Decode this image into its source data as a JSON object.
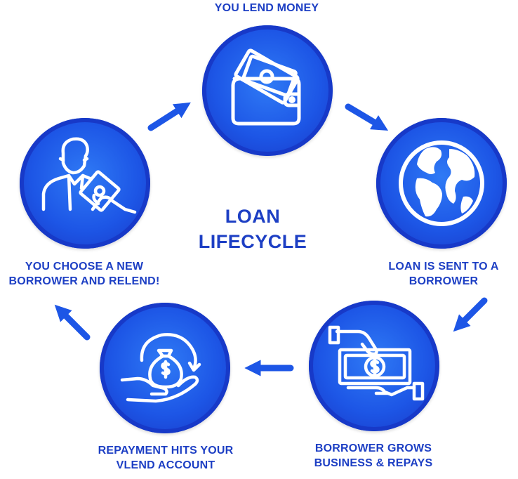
{
  "diagram": {
    "center_title_line1": "LOAN",
    "center_title_line2": "LIFECYCLE",
    "colors": {
      "primary": "#1d56e6",
      "dark": "#1736c4",
      "text": "#1d3fc4"
    },
    "steps": [
      {
        "icon": "wallet-money-icon",
        "label_line1": "YOU LEND MONEY"
      },
      {
        "icon": "globe-icon",
        "label_line1": "LOAN IS SENT TO A",
        "label_line2": "BORROWER"
      },
      {
        "icon": "cash-exchange-icon",
        "label_line1": "BORROWER GROWS",
        "label_line2": "BUSINESS & REPAYS"
      },
      {
        "icon": "money-bag-hand-icon",
        "label_line1": "REPAYMENT HITS YOUR",
        "label_line2": "VLEND ACCOUNT"
      },
      {
        "icon": "person-receiving-money-icon",
        "label_line1": "YOU CHOOSE A NEW",
        "label_line2": "BORROWER AND RELEND!"
      }
    ]
  }
}
